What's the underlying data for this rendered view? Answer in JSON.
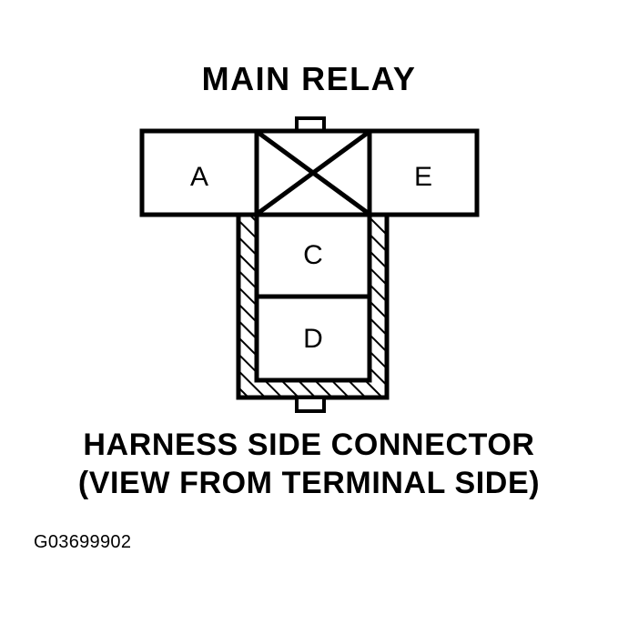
{
  "figure": {
    "title": "MAIN RELAY",
    "figure_code": "G03699902",
    "caption_line_1": "HARNESS SIDE CONNECTOR",
    "caption_line_2": "(VIEW FROM TERMINAL SIDE)",
    "background_color": "#ffffff",
    "line_color": "#000000"
  },
  "connector": {
    "pins": [
      {
        "id": "A",
        "label": "A",
        "region": "top-left"
      },
      {
        "id": "X",
        "label": "",
        "region": "top-center",
        "marking": "crossed-out"
      },
      {
        "id": "E",
        "label": "E",
        "region": "top-right"
      },
      {
        "id": "C",
        "label": "C",
        "region": "stem-upper"
      },
      {
        "id": "D",
        "label": "D",
        "region": "stem-lower"
      }
    ],
    "tabs": [
      {
        "name": "top-latch-tab",
        "position": "top-center"
      },
      {
        "name": "bottom-latch-tab",
        "position": "bottom-center"
      }
    ],
    "hatched_shell": "stem-outline"
  }
}
